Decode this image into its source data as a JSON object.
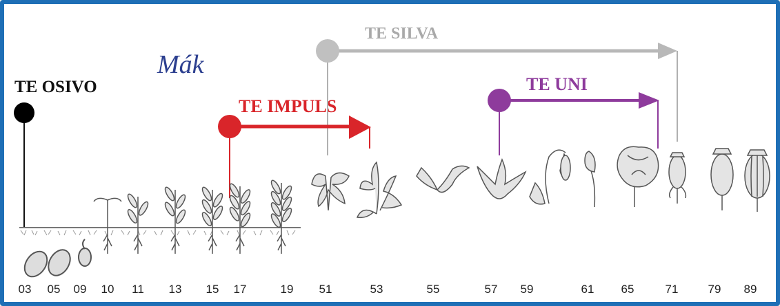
{
  "crop_title": "Mák",
  "treatments": [
    {
      "label": "TE OSIVO",
      "color": "#111111",
      "start_stage": "03",
      "end_stage": null
    },
    {
      "label": "TE IMPULS",
      "color": "#d9252a",
      "start_stage": "15",
      "end_stage": "53"
    },
    {
      "label": "TE SILVA",
      "color": "#b5b5b5",
      "start_stage": "51",
      "end_stage": "71"
    },
    {
      "label": "TE UNI",
      "color": "#8e3b9c",
      "start_stage": "57",
      "end_stage": "69"
    }
  ],
  "stages": [
    "03",
    "05",
    "09",
    "10",
    "11",
    "13",
    "15",
    "17",
    "19",
    "51",
    "53",
    "55",
    "57",
    "59",
    "61",
    "65",
    "71",
    "79",
    "89"
  ],
  "colors": {
    "frame": "#1e6fb6",
    "title": "#2c3f8f",
    "plant": "#555555"
  }
}
